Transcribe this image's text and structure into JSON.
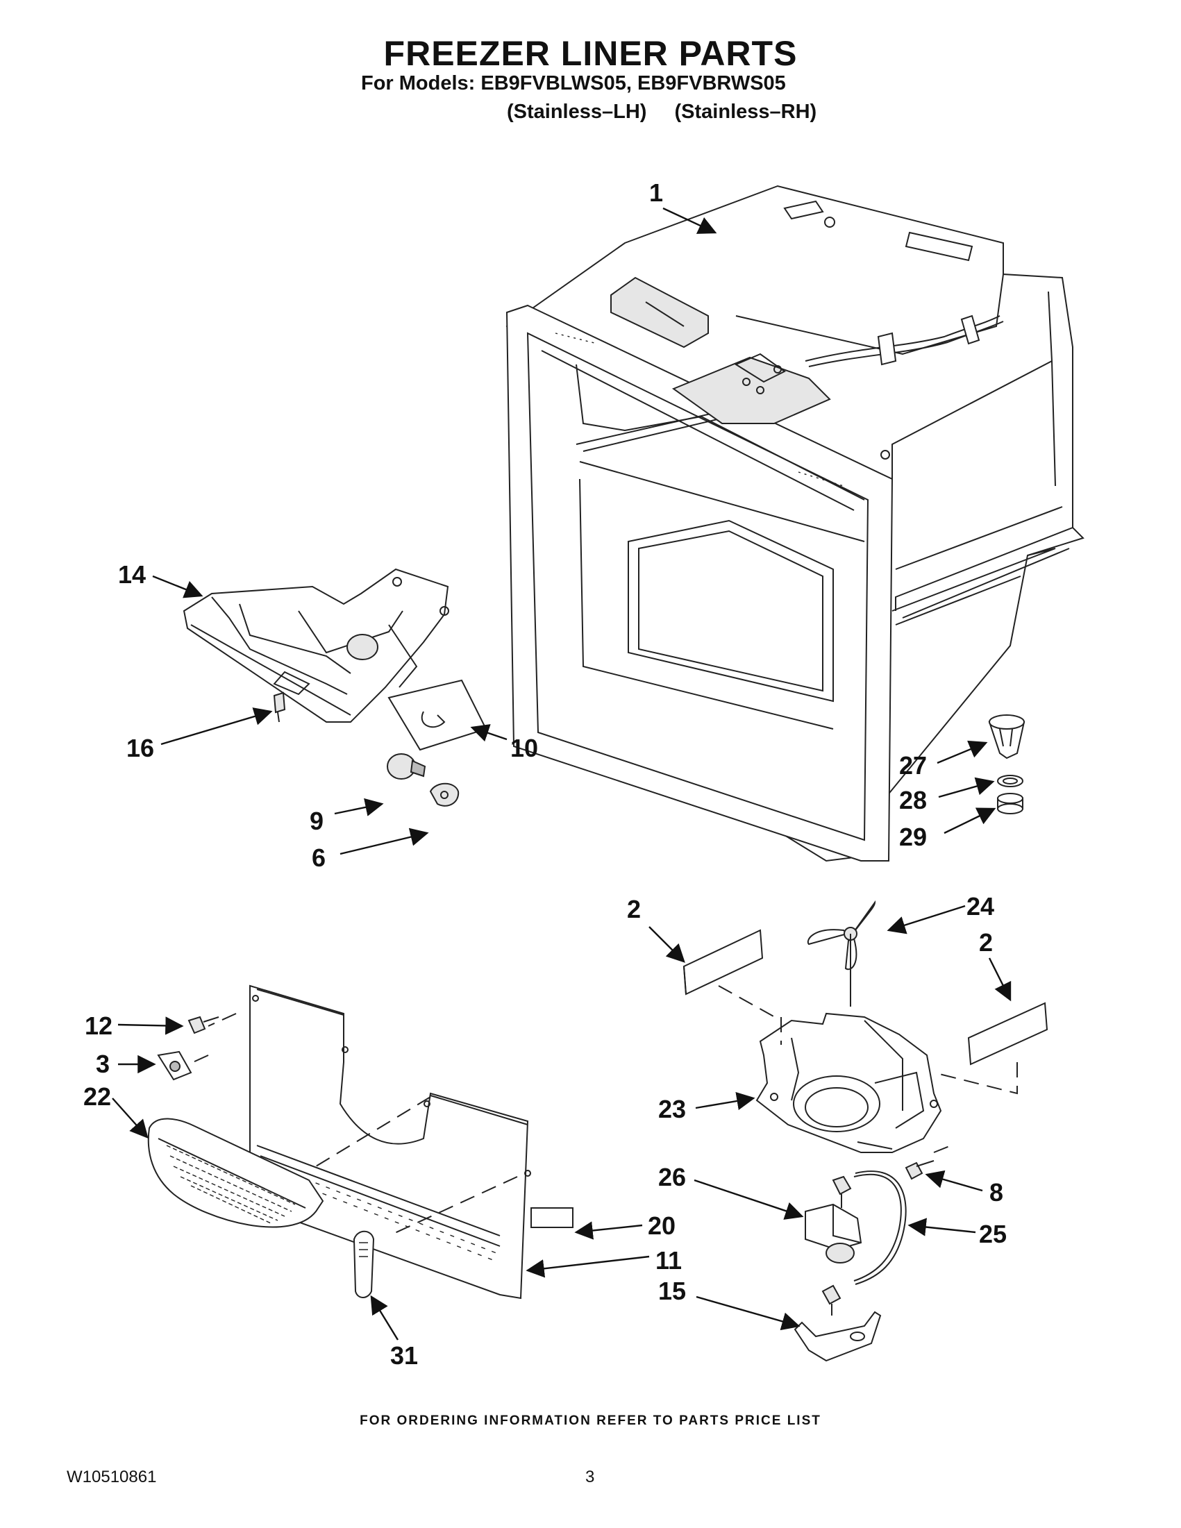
{
  "header": {
    "title": "FREEZER LINER PARTS",
    "models_line": "For Models: EB9FVBLWS05, EB9FVBRWS05",
    "variant_left": "(Stainless–LH)",
    "variant_right": "(Stainless–RH)"
  },
  "callouts": {
    "c1": "1",
    "c14": "14",
    "c16": "16",
    "c10": "10",
    "c9": "9",
    "c6": "6",
    "c27": "27",
    "c28": "28",
    "c29": "29",
    "c2a": "2",
    "c24": "24",
    "c2b": "2",
    "c12": "12",
    "c3": "3",
    "c22": "22",
    "c23": "23",
    "c8": "8",
    "c26": "26",
    "c20": "20",
    "c25": "25",
    "c11": "11",
    "c15": "15",
    "c31": "31"
  },
  "footer": {
    "ordering_note": "FOR ORDERING INFORMATION REFER TO PARTS PRICE LIST",
    "doc_number": "W10510861",
    "page_number": "3"
  }
}
